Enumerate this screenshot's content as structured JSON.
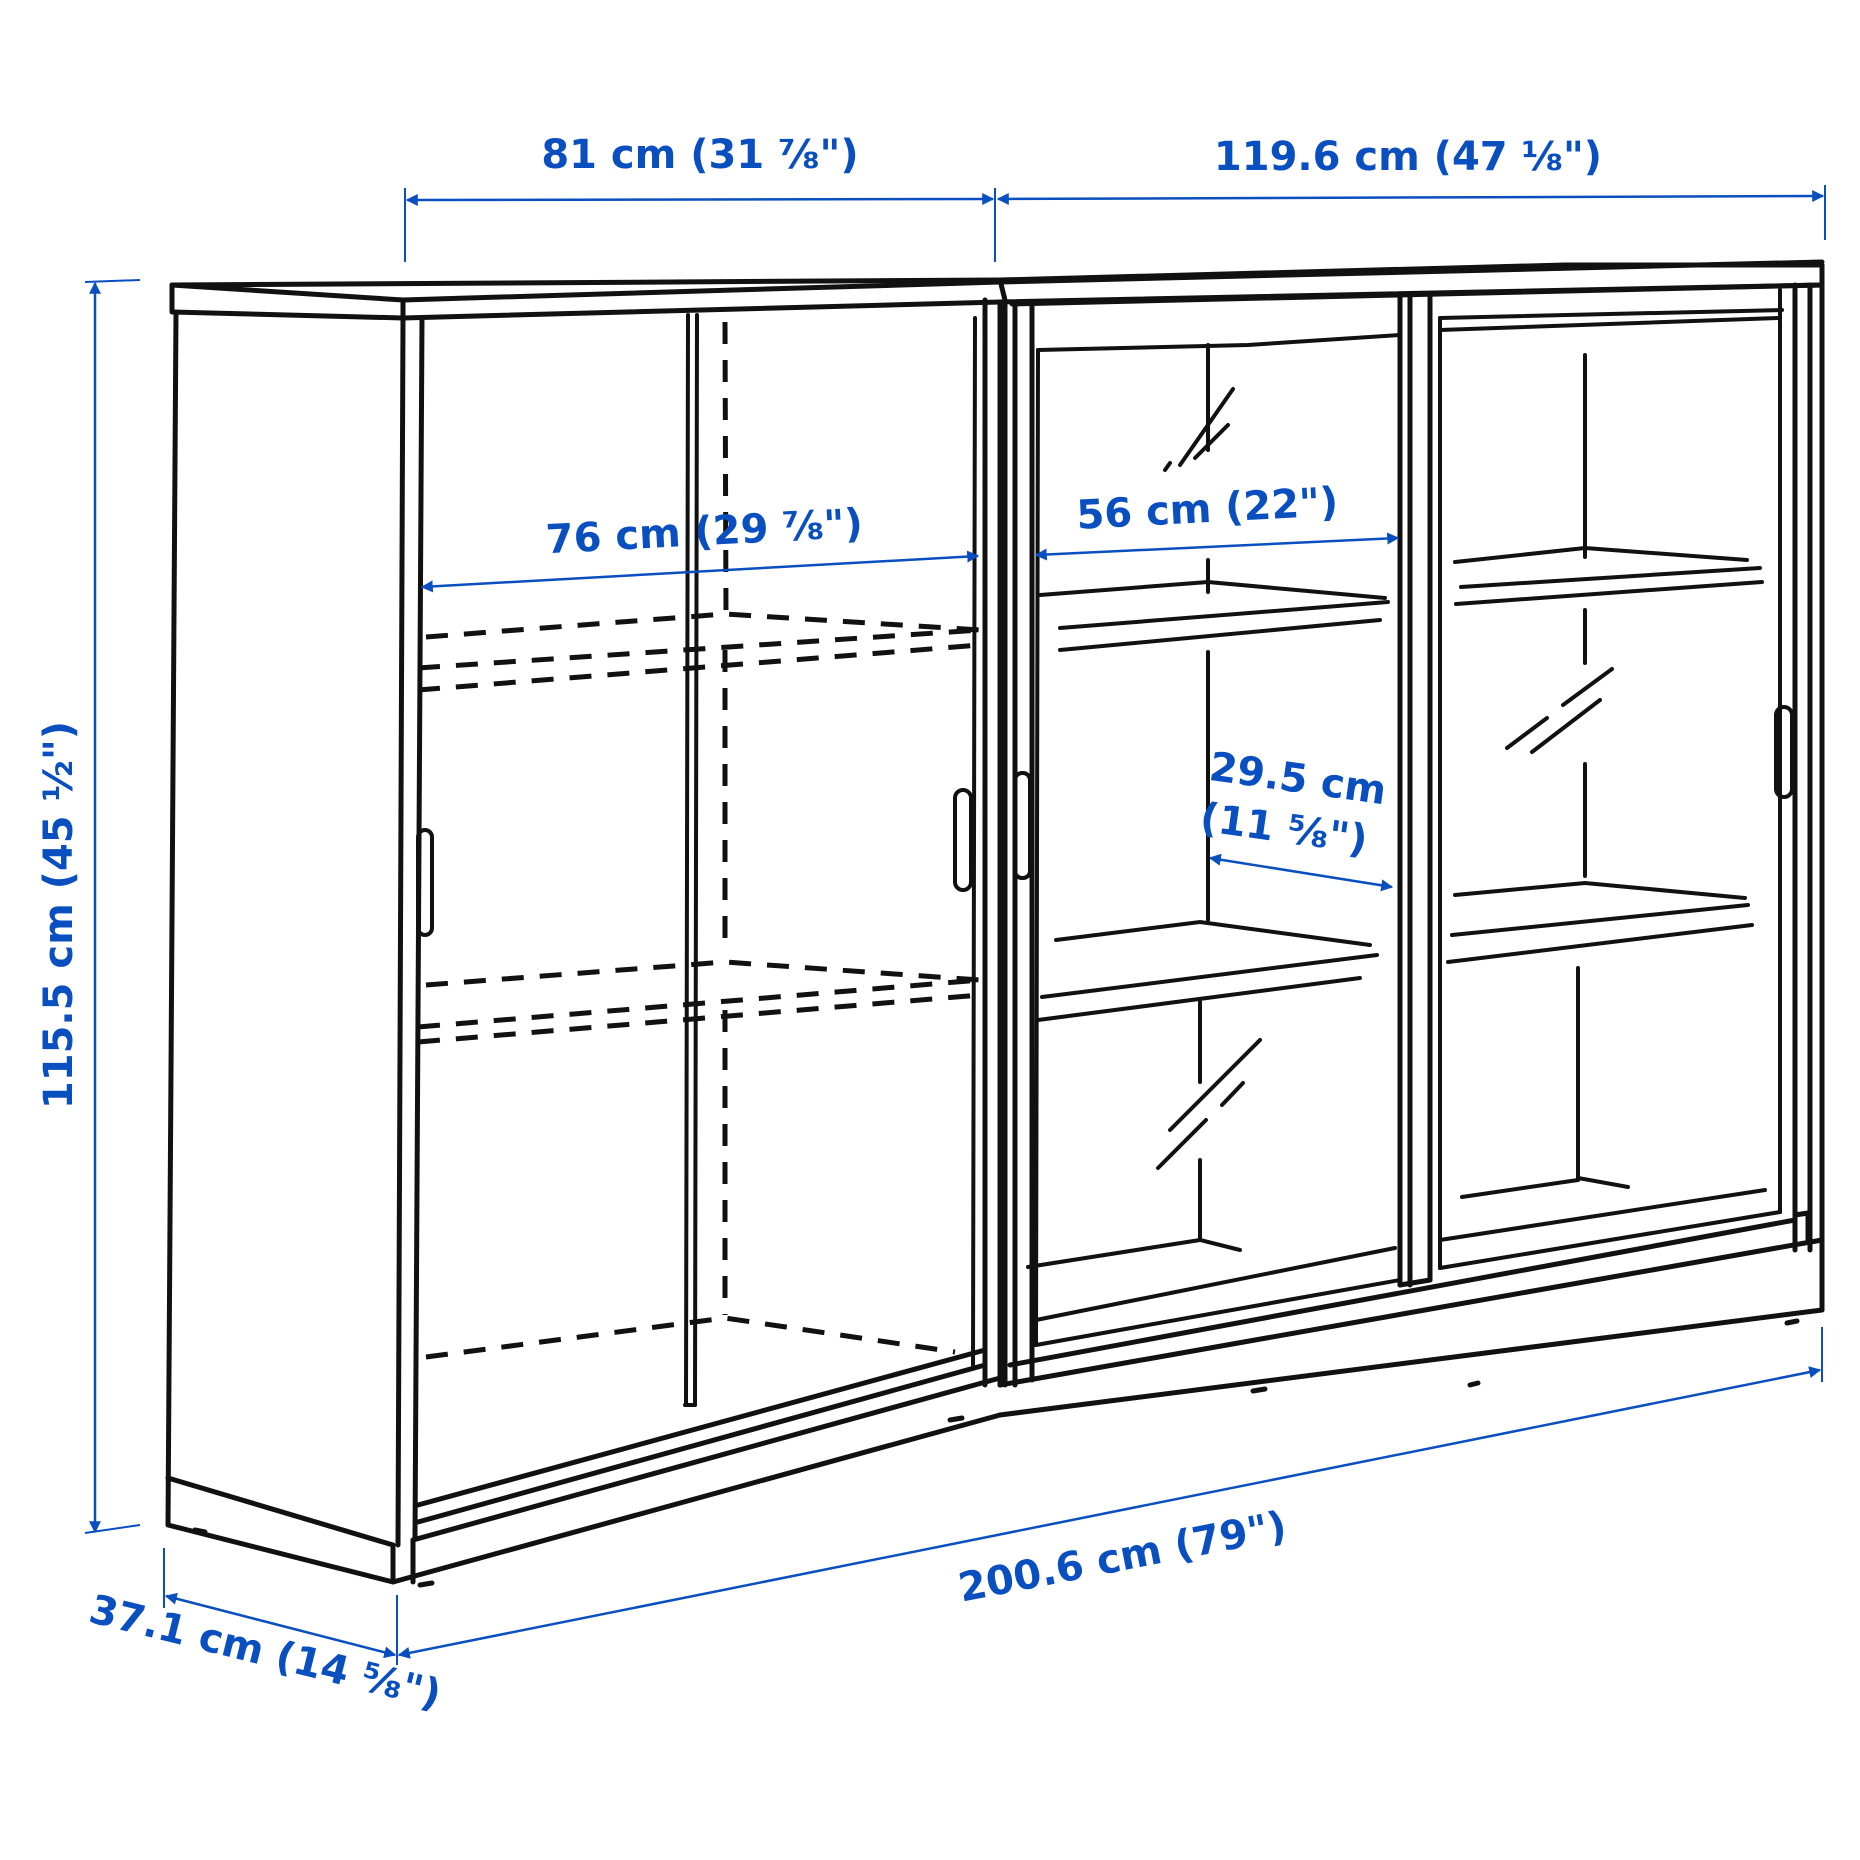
{
  "diagram": {
    "type": "product-dimension-drawing",
    "subject": "sideboard with glass sliding doors, two combined units",
    "accent_color": "#0a4fc0",
    "line_color": "#111111",
    "background": "#ffffff"
  },
  "dimensions": {
    "left_unit_width": "81 cm (31 ⅞\")",
    "right_unit_width": "119.6 cm (47 ⅛\")",
    "height": "115.5 cm (45 ½\")",
    "depth": "37.1 cm (14 ⅝\")",
    "total_width": "200.6 cm (79\")",
    "left_inner_width": "76 cm (29 ⅞\")",
    "right_compartment_width": "56 cm (22\")",
    "shelf_depth_line1": "29.5 cm",
    "shelf_depth_line2": "(11 ⅝\")"
  },
  "icons": {
    "dimension_arrow": "arrow-icon",
    "glass_reflection": "glass-reflection-icon",
    "door_handle": "door-handle-icon"
  }
}
